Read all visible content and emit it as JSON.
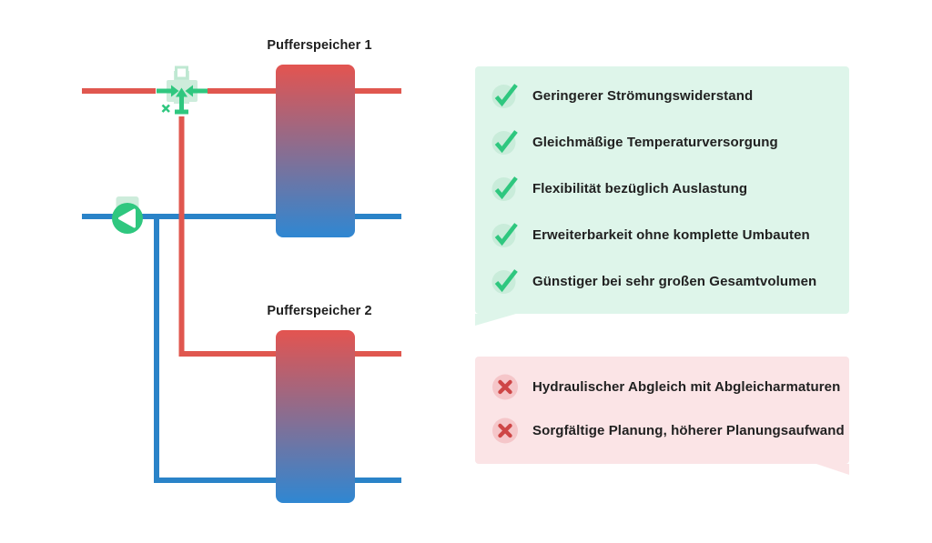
{
  "diagram": {
    "tank1_label": "Pufferspeicher 1",
    "tank2_label": "Pufferspeicher 2",
    "colors": {
      "hot_pipe": "#e0574f",
      "cold_pipe": "#2a83c8",
      "tank_gradient_top": "#e35450",
      "tank_gradient_bottom": "#2f87d2",
      "accent_green": "#2fc77f",
      "accent_green_light": "#cdecdb"
    },
    "icons": {
      "valve": "mixing-valve-icon",
      "pump": "pump-icon"
    }
  },
  "advantages": {
    "icon": "check-icon",
    "background": "#def5ea",
    "icon_color": "#2fc77f",
    "icon_circle_color": "#c9ecda",
    "items": [
      "Geringerer Strömungswiderstand",
      "Gleichmäßige Temperaturversorgung",
      "Flexibilität bezüglich Auslastung",
      "Erweiterbarkeit ohne komplette Umbauten",
      "Günstiger bei sehr großen Gesamtvolumen"
    ]
  },
  "disadvantages": {
    "icon": "cross-icon",
    "background": "#fbe4e6",
    "icon_color": "#ce4646",
    "icon_circle_color": "#f5c6c9",
    "items": [
      "Hydraulischer Abgleich mit Abgleicharmaturen",
      "Sorgfältige Planung, höherer Planungsaufwand"
    ]
  }
}
